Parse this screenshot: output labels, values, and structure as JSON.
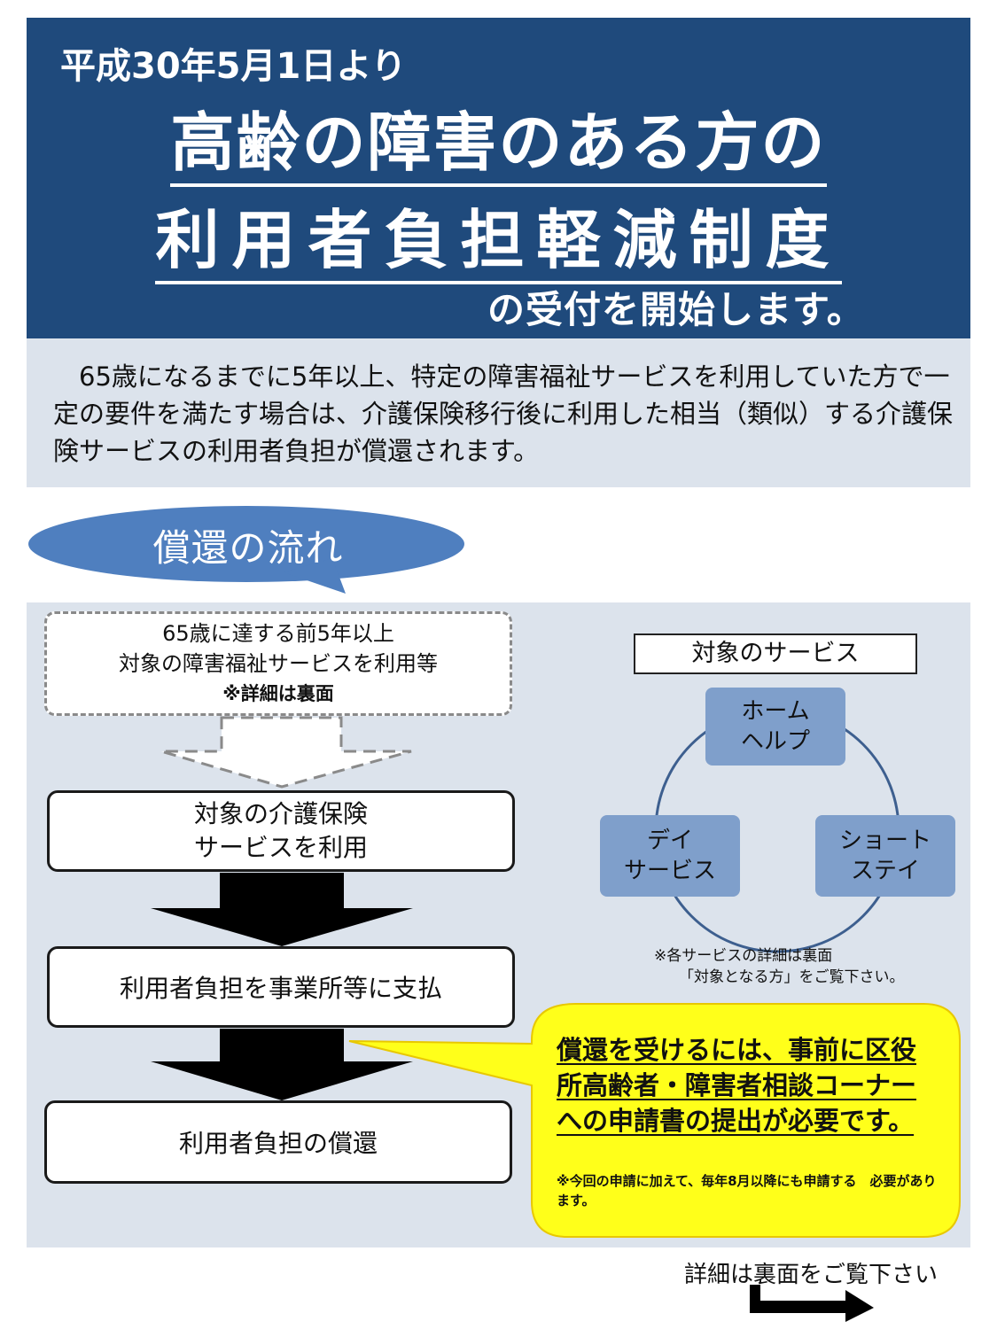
{
  "header": {
    "date": "平成30年5月1日より",
    "title_line1": "高齢の障害のある方の",
    "title_line2": "利用者負担軽減制度",
    "subtitle": "の受付を開始します。"
  },
  "intro": {
    "text": "　65歳になるまでに5年以上、特定の障害福祉サービスを利用していた方で一定の要件を満たす場合は、介護保険移行後に利用した相当（類似）する介護保険サービスの利用者負担が償還されます。"
  },
  "flow": {
    "heading": "償還の流れ",
    "step1_line1": "65歳に達する前5年以上",
    "step1_line2": "対象の障害福祉サービスを利用等",
    "step1_note": "※詳細は裏面",
    "step2_line1": "対象の介護保険",
    "step2_line2": "サービスを利用",
    "step3": "利用者負担を事業所等に支払",
    "step4": "利用者負担の償還"
  },
  "services": {
    "title": "対象のサービス",
    "home_line1": "ホーム",
    "home_line2": "ヘルプ",
    "day_line1": "デイ",
    "day_line2": "サービス",
    "short_line1": "ショート",
    "short_line2": "ステイ",
    "note_line1": "※各サービスの詳細は裏面",
    "note_line2": "「対象となる方」をご覧下さい。"
  },
  "callout": {
    "main": "償還を受けるには、事前に区役所高齢者・障害者相談コーナーへの申請書の提出が必要です。",
    "note": "※今回の申請に加えて、毎年8月以降にも申請する　必要があります。",
    "fill_color": "#FFFF1A"
  },
  "footer": {
    "text": "詳細は裏面をご覧下さい"
  },
  "colors": {
    "header_bg": "#1F4A7C",
    "panel_bg": "#DCE3EC",
    "heading_bubble": "#4F7FBF",
    "service_box": "#7F9FCB"
  }
}
